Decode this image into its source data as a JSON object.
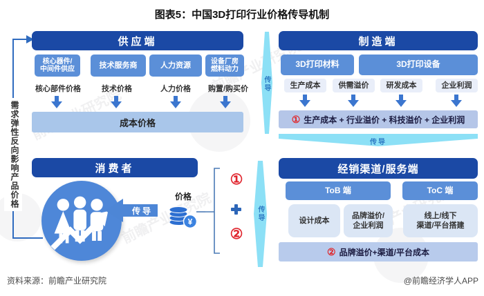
{
  "title": "图表5：中国3D打印行业价格传导机制",
  "feedback_label": "需求弹性反向影响产品价格",
  "transmission_label": "传导",
  "supply": {
    "header": "供应端",
    "suppliers": [
      "核心器件/\n中间件供应",
      "技术服务商",
      "人力资源",
      "设备厂房\n燃料动力"
    ],
    "prices": [
      "核心部件价格",
      "技术价格",
      "人力价格",
      "购置/购买价"
    ],
    "result": "成本价格"
  },
  "manufacturing": {
    "header": "制造端",
    "products": [
      "3D打印材料",
      "3D打印设备"
    ],
    "costs": [
      "生产成本",
      "供需溢价",
      "研发成本",
      "企业利润"
    ],
    "formula": {
      "marker": "①",
      "text": "生产成本 + 行业溢价 + 科技溢价 + 企业利润"
    }
  },
  "consumer": {
    "header": "消费者",
    "arrow_label": "传导",
    "price_label": "价格",
    "coin_symbol": "¥"
  },
  "aggregation": {
    "marker1": "①",
    "plus": "+",
    "marker2": "②"
  },
  "distribution": {
    "header": "经销渠道/服务端",
    "channels": [
      "ToB 端",
      "ToC 端"
    ],
    "costs": [
      "设计成本",
      "品牌溢价/\n企业利润",
      "线上/线下\n渠道/平台搭建"
    ],
    "formula": {
      "marker": "②",
      "text": "品牌溢价+渠道/平台成本"
    }
  },
  "footer": {
    "source": "资料来源：前瞻产业研究院",
    "credit": "@前瞻经济学人APP"
  },
  "watermark": {
    "text": "前瞻产业研究院"
  },
  "colors": {
    "dark_blue": "#1b49a5",
    "mid_blue": "#5b8fd8",
    "cyan": "#8ce0f6",
    "light_bar": "#a9c6ea",
    "formula_bar": "#b5c6e8",
    "red": "#e02428"
  }
}
